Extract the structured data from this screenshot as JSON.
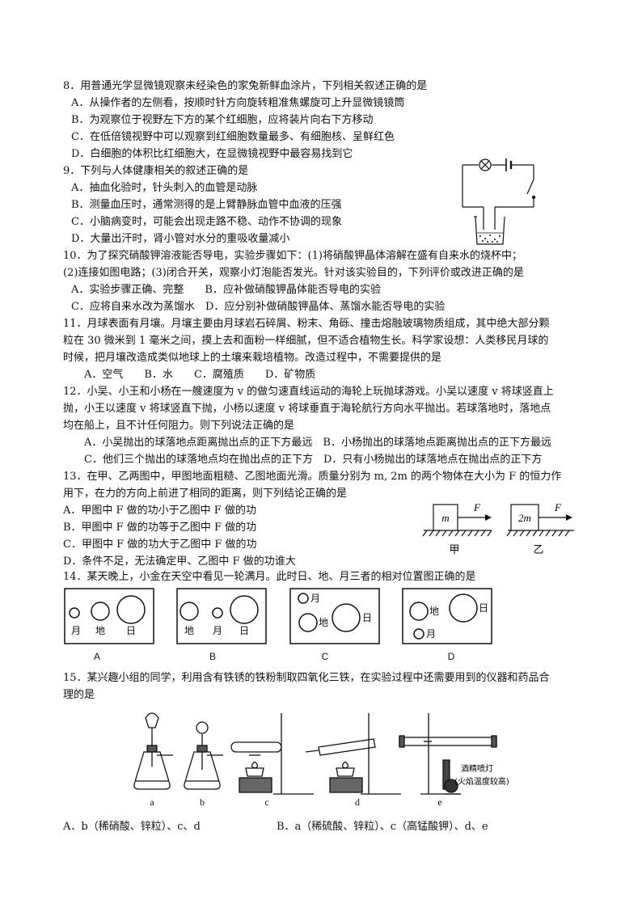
{
  "q8": {
    "stem": "8．用普通光学显微镜观察未经染色的家兔新鲜血涂片，下列相关叙述正确的是",
    "a": "A．从操作者的左侧看，按顺时针方向旋转粗准焦螺旋可上升显微镜镜筒",
    "b": "B．为观察位于视野左下方的某个红细胞，应将装片向右下方移动",
    "c": "C．在低倍镜视野中可以观察到红细胞数量最多、有细胞核、呈鲜红色",
    "d": "D．白细胞的体积比红细胞大，在显微镜视野中最容易找到它"
  },
  "q9": {
    "stem": "9．下列与人体健康相关的叙述正确的是",
    "a": "A．抽血化验时，针头刺入的血管是动脉",
    "b": "B．测量血压时，通常测得的是上臂静脉血管中血液的压强",
    "c": "C．小脑病变时，可能会出现走路不稳、动作不协调的现象",
    "d": "D．大量出汗时，肾小管对水分的重吸收量减小"
  },
  "q10": {
    "line1": "10．为了探究硝酸钾溶液能否导电，实验步骤如下：(1)将硝酸钾晶体溶解在盛有自来水的烧杯中；",
    "line2": "(2)连接如图电路；(3)闭合开关，观察小灯泡能否发光。针对该实验目的，下列评价或改进正确的是",
    "ab": "A．实验步骤正确、完整　　B．应补做硝酸钾晶体能否导电的实验",
    "cd": "C．应将自来水改为蒸馏水　D．应分别补做硝酸钾晶体、蒸馏水能否导电的实验"
  },
  "q11": {
    "line1": "11．月球表面有月壤。月壤主要由月球岩石碎屑、粉末、角砾、撞击熔融玻璃物质组成，其中绝大部分颗",
    "line2": "粒在 30 微米到 1 毫米之间，摸上去和面粉一样细腻，但不适合植物生长。科学家设想：人类移民月球的",
    "line3": "时候，把月壤改造成类似地球上的土壤来栽培植物。改造过程中，不需要提供的是",
    "opts": "A．空气　　B．水　　C．腐殖质　　D．矿物质"
  },
  "q12": {
    "line1": "12．小吴、小王和小杨在一艘速度为 v 的做匀速直线运动的海轮上玩抛球游戏。小吴以速度 v 将球竖直上",
    "line2": "抛，小王以速度 v 将球竖直下抛，小杨以速度 v 将球垂直于海轮航行方向水平抛出。若球落地时，落地点",
    "line3": "均在船上，且不计任何阻力。则下列说法正确的是",
    "ab": "A．小吴抛出的球落地点距离抛出点的正下方最远　B．小杨抛出的球落地点距离抛出点的正下方最远",
    "cd": "C．他们三个抛出的球落地点均在抛出点的正下方　D．只有小杨抛出的球落地点在抛出点的正下方"
  },
  "q13": {
    "line1": "13．在甲、乙两图中，甲图地面粗糙、乙图地面光滑。质量分别为 m, 2m 的两个物体在大小为 F 的恒力作",
    "line2": "用下，在力的方向上前进了相同的距离，则下列结论正确的是",
    "a": "A．甲图中 F 做的功小于乙图中 F 做的功",
    "b": "B．甲图中 F 做的功等于乙图中 F 做的功",
    "c": "C．甲图中 F 做的功大于乙图中 F 做的功",
    "d": "D．条件不足，无法确定甲、乙图中 F 做的功谁大",
    "fig": {
      "m1": "m",
      "m2": "2m",
      "f": "F",
      "jia": "甲",
      "yi": "乙"
    }
  },
  "q14": {
    "stem": "14．某天晚上，小金在天空中看见一轮满月。此时日、地、月三者的相对位置图正确的是",
    "moon": "月",
    "earth": "地",
    "sun": "日",
    "labels": [
      "A",
      "B",
      "C",
      "D"
    ]
  },
  "q15": {
    "line1": "15．某兴趣小组的同学，利用含有铁锈的铁粉制取四氧化三铁，在实验过程中还需要用到的仪器和药品合",
    "line2": "理的是",
    "note1": "酒精喷灯",
    "note2": "(火焰温度较高)",
    "labels": [
      "a",
      "b",
      "c",
      "d",
      "e"
    ],
    "optA": "A．b（稀硝酸、锌粒）、c、d",
    "optB": "B．a（稀硫酸、锌粒）、c（高锰酸钾）、d、e"
  }
}
